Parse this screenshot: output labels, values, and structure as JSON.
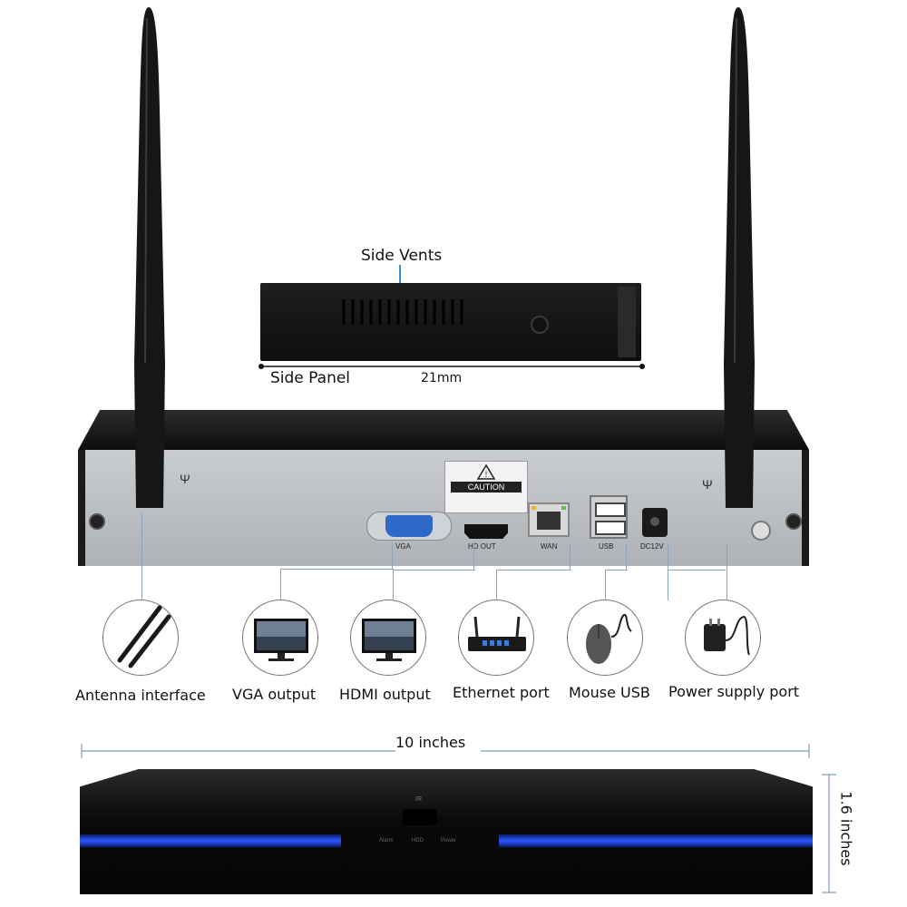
{
  "side_panel": {
    "vents_label": "Side Vents",
    "panel_label": "Side Panel",
    "thickness": "21mm"
  },
  "rear_panel": {
    "caution_text": "CAUTION",
    "ports": {
      "vga": "VGA",
      "hdmi": "HD OUT",
      "wan": "WAN",
      "usb": "USB",
      "power": "DC12V"
    }
  },
  "features": [
    {
      "label": "Antenna interface",
      "icon": "antenna-icon"
    },
    {
      "label": "VGA output",
      "icon": "monitor-icon"
    },
    {
      "label": "HDMI output",
      "icon": "monitor-icon"
    },
    {
      "label": "Ethernet port",
      "icon": "router-icon"
    },
    {
      "label": "Mouse USB",
      "icon": "mouse-icon"
    },
    {
      "label": "Power supply port",
      "icon": "power-adapter-icon"
    }
  ],
  "front_panel": {
    "width_label": "10 inches",
    "height_label": "1.6 inches",
    "ir_label": "IR",
    "indicators": [
      "Alarm",
      "HDD",
      "Power"
    ]
  },
  "colors": {
    "connector_line": "#8fa3b6",
    "led_blue": "#2a56ff",
    "device_black": "#151515",
    "vga_blue": "#2f69c8"
  }
}
